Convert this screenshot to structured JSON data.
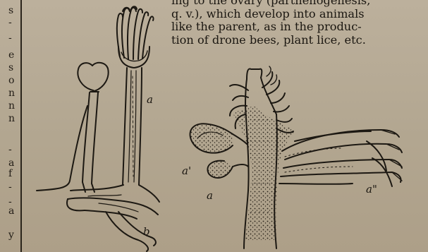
{
  "paragraph": {
    "lines": [
      "ing to the ovary (parthenogenesis,",
      "q. v.), which develop into animals",
      "like the parent, as in the produc-",
      "tion of drone bees, plant lice, etc."
    ]
  },
  "left_margin_fragments": [
    "s",
    "-",
    "-",
    "e",
    "s",
    "o",
    "n",
    "n",
    "n",
    "-",
    "a",
    "f",
    "-",
    "-",
    "a",
    "y"
  ],
  "figure_left": {
    "labels": {
      "stalk": "a",
      "root": "b"
    }
  },
  "figure_right": {
    "labels": {
      "sac_upper": "a'",
      "sac_lower": "a",
      "tubes": "a\""
    }
  }
}
